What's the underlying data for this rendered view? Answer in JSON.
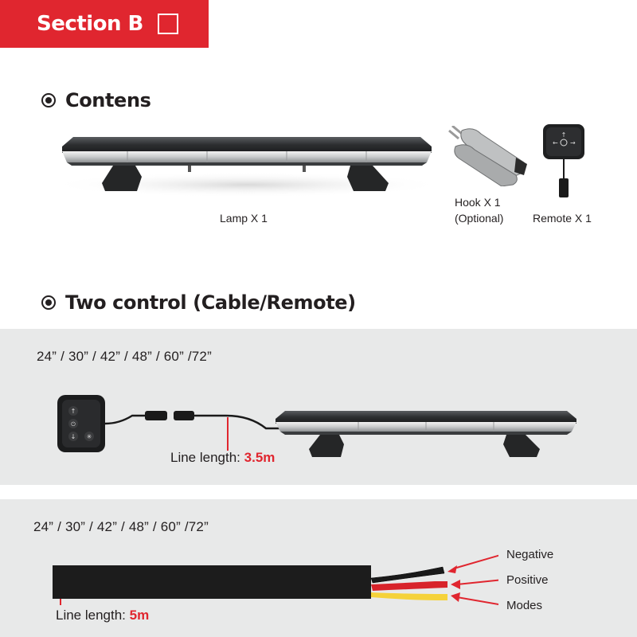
{
  "section": {
    "title": "Section B"
  },
  "contents": {
    "heading": "Contens",
    "lamp_caption": "Lamp X 1",
    "hook_caption_line1": "Hook X 1",
    "hook_caption_line2": "(Optional)",
    "remote_caption": "Remote X 1"
  },
  "control": {
    "heading": "Two control (Cable/Remote)",
    "remote_option": {
      "sizes": "24” / 30” / 42” / 48” / 60” /72”",
      "line_length_label": "Line length:",
      "line_length_value": "3.5m"
    },
    "cable_option": {
      "sizes": "24” / 30” / 42” / 48” / 60” /72”",
      "line_length_label": "Line length:",
      "line_length_value": "5m",
      "wires": [
        "Negative",
        "Positive",
        "Modes"
      ]
    }
  },
  "colors": {
    "accent": "#e0262f",
    "band": "#e8e9e9",
    "wire_negative": "#1a1a1a",
    "wire_positive": "#d8232a",
    "wire_modes": "#f5d23a"
  },
  "icons": [
    "lightbar-image",
    "hook-bracket-image",
    "remote-control-image",
    "cable-image",
    "arrow-icon"
  ]
}
